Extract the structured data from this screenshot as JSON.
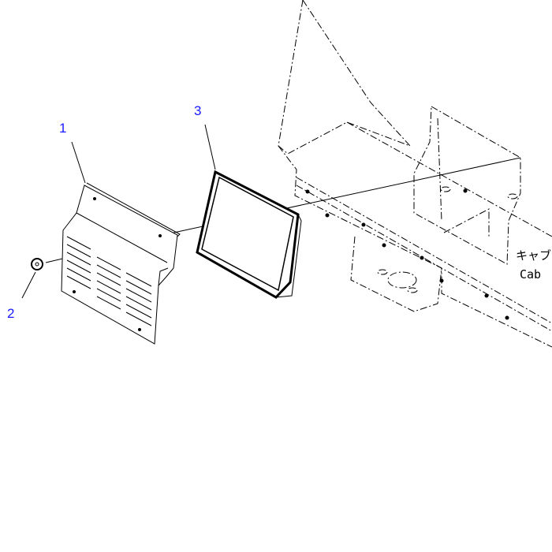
{
  "callouts": [
    {
      "number": "1",
      "part": "grille-cover"
    },
    {
      "number": "2",
      "part": "knob-nut"
    },
    {
      "number": "3",
      "part": "air-filter-element"
    }
  ],
  "reference_note": {
    "jp": "キャブ",
    "en": "Cab"
  },
  "colors": {
    "callout": "#1a1aff",
    "line": "#000000"
  }
}
